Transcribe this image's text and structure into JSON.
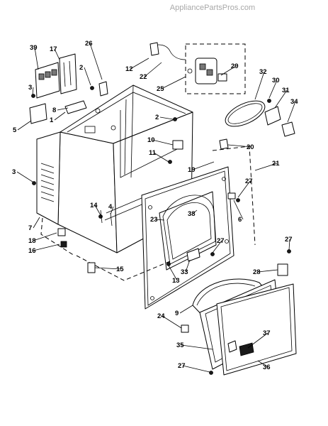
{
  "watermark": "AppliancePartsPros.com",
  "callouts": [
    "39",
    "17",
    "26",
    "12",
    "22",
    "25",
    "29",
    "32",
    "30",
    "31",
    "34",
    "3",
    "2",
    "8",
    "1",
    "5",
    "2",
    "10",
    "11",
    "20",
    "19",
    "21",
    "27",
    "38",
    "23",
    "6",
    "27",
    "3",
    "7",
    "18",
    "16",
    "14",
    "4",
    "27",
    "13",
    "33",
    "28",
    "9",
    "15",
    "24",
    "35",
    "37",
    "36",
    "27"
  ]
}
